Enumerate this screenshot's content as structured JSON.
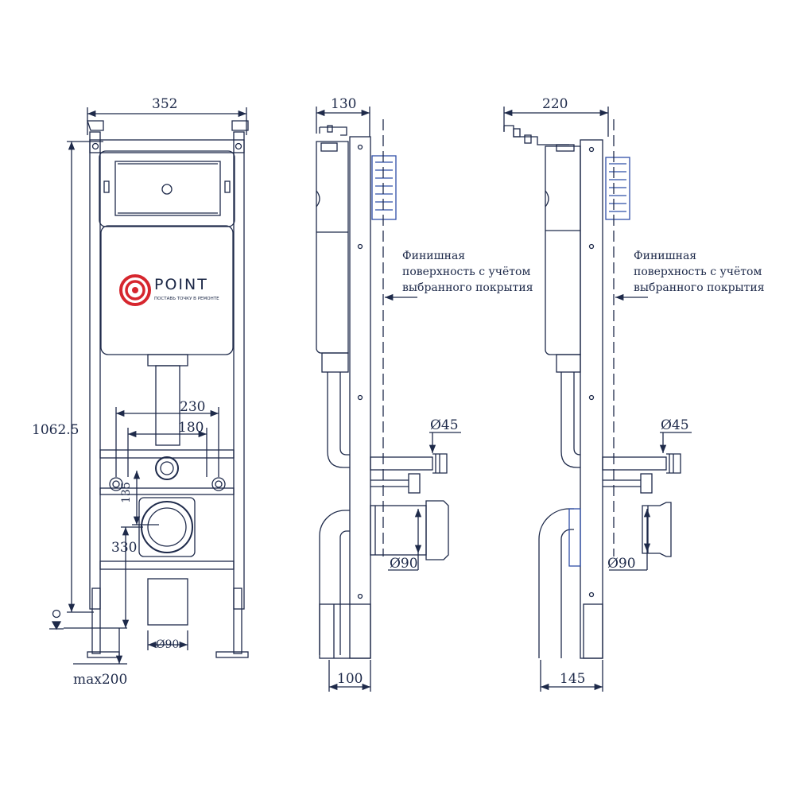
{
  "brand": {
    "name": "POINT",
    "slogan": "ПОСТАВЬ ТОЧКУ В РЕМОНТЕ",
    "accent_color": "#d6262e"
  },
  "front_view": {
    "width": "352",
    "height": "1062.5",
    "bolt_spacing_outer": "230",
    "bolt_spacing_inner": "180",
    "drain_offset": "135",
    "drain_height": "330",
    "outlet_diameter": "Ø90",
    "leg_extension": "max200"
  },
  "side_view_left": {
    "top_depth": "130",
    "finish_note": [
      "Финишная",
      "поверхность с учётом",
      "выбранного покрытия"
    ],
    "supply_diameter": "Ø45",
    "drain_diameter": "Ø90",
    "bottom_depth": "100"
  },
  "side_view_right": {
    "top_depth": "220",
    "finish_note": [
      "Финишная",
      "поверхность с учётом",
      "выбранного покрытия"
    ],
    "supply_diameter": "Ø45",
    "drain_diameter": "Ø90",
    "bottom_depth": "145"
  },
  "colors": {
    "line": "#1e2a4a",
    "blue_detail": "#2f4fa8"
  }
}
